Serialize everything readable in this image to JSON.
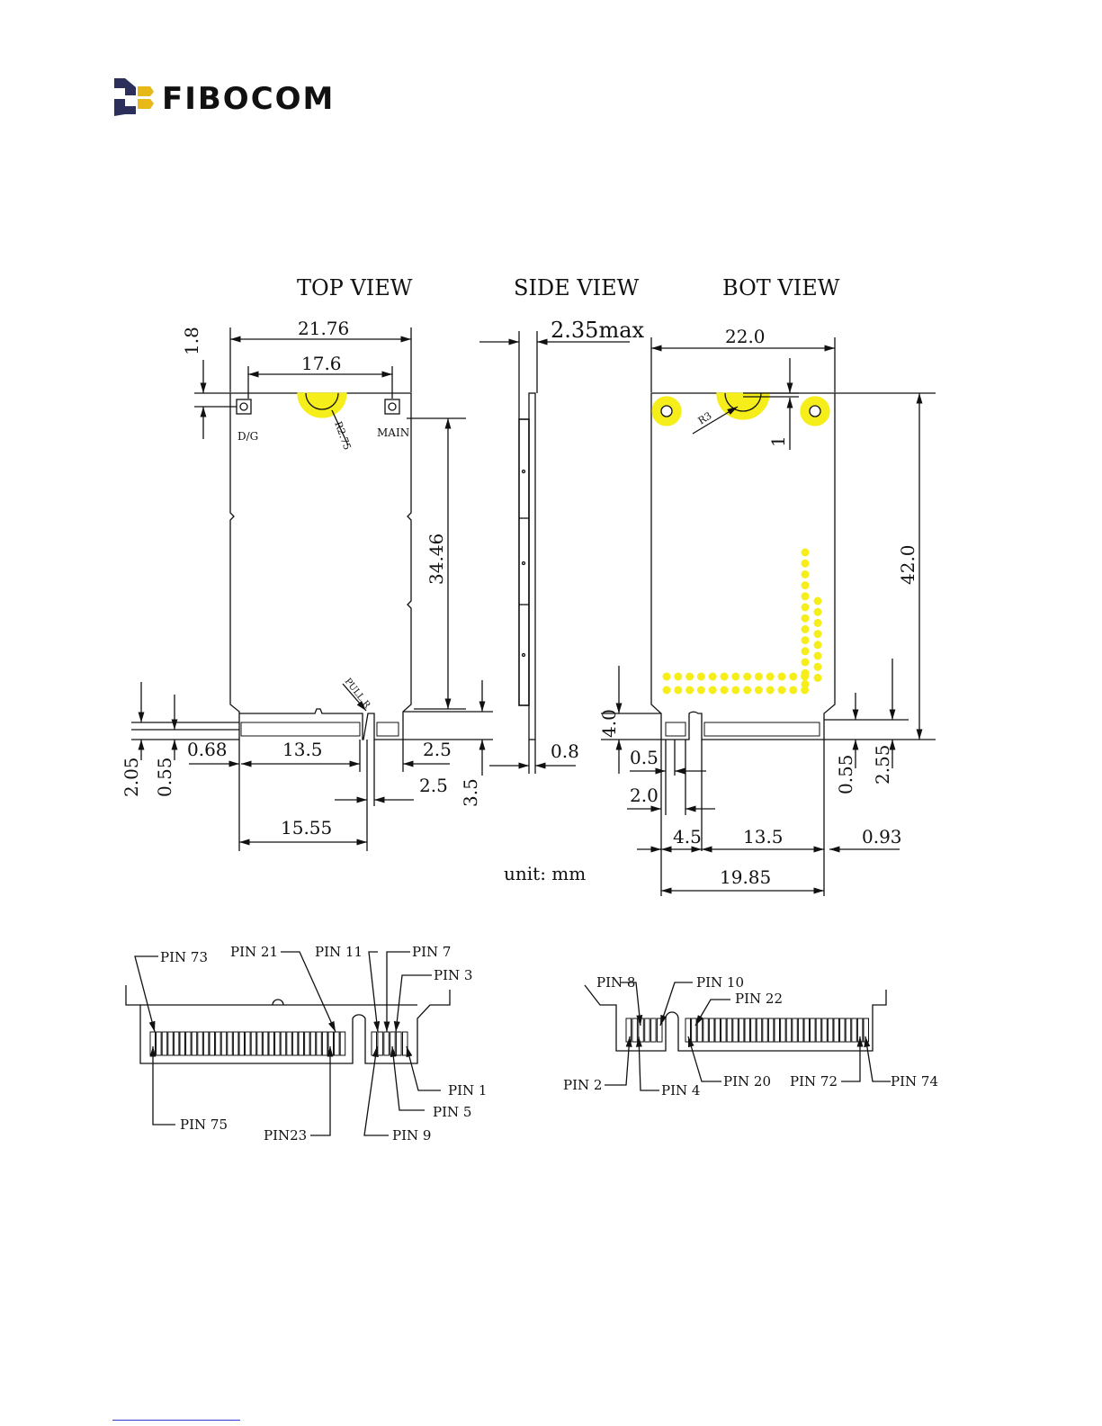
{
  "header": {
    "brand": "FIBOCOM"
  },
  "views": {
    "top": "TOP VIEW",
    "side": "SIDE VIEW",
    "bottom": "BOT VIEW"
  },
  "connectors": {
    "dg": "D/G",
    "main": "MAIN"
  },
  "dimensions": {
    "top_width": "21.76",
    "top_conn_spacing": "17.6",
    "top_offset": "1.8",
    "top_radius": "R2.75",
    "top_height": "34.46",
    "top_pull": "PULL R",
    "top_notch_a": "0.68",
    "top_pins": "13.5",
    "top_right": "2.5",
    "top_gap": "2.5",
    "top_h1": "2.05",
    "top_h2": "0.55",
    "top_h3": "3.5",
    "top_total": "15.55",
    "side_thickness": "2.35max",
    "side_pcb": "0.8",
    "bot_width": "22.0",
    "bot_radius": "R3",
    "bot_offset": "1",
    "bot_height": "42.0",
    "bot_h1": "4.0",
    "bot_key_a": "0.5",
    "bot_key_b": "2.0",
    "bot_left": "4.5",
    "bot_pins": "13.5",
    "bot_right": "0.93",
    "bot_h2": "0.55",
    "bot_h3": "2.55",
    "bot_total": "19.85"
  },
  "unit": "unit: mm",
  "pins_left": {
    "p73": "PIN 73",
    "p21": "PIN 21",
    "p11": "PIN 11",
    "p7": "PIN 7",
    "p3": "PIN 3",
    "p1": "PIN 1",
    "p5": "PIN 5",
    "p9": "PIN 9",
    "p23": "PIN23",
    "p75": "PIN 75"
  },
  "pins_right": {
    "p8": "PIN 8",
    "p10": "PIN 10",
    "p22": "PIN 22",
    "p2": "PIN 2",
    "p4": "PIN 4",
    "p20": "PIN 20",
    "p72": "PIN 72",
    "p74": "PIN 74"
  },
  "colors": {
    "ink": "#111111",
    "pad": "#f5ee1a",
    "footer_rule": "#2e3bd1"
  }
}
